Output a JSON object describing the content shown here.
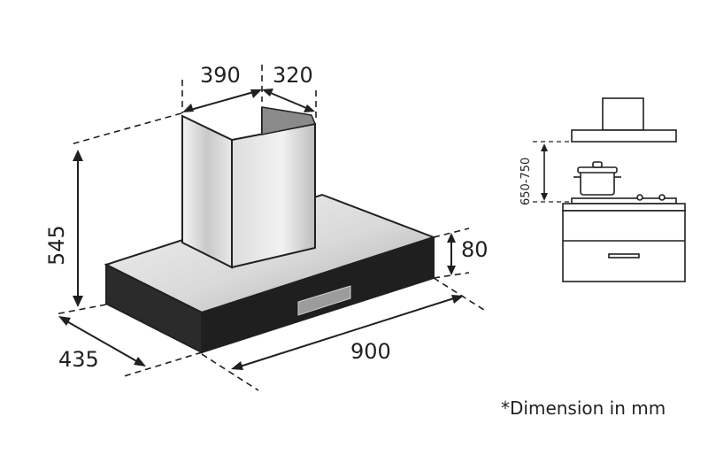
{
  "dimensions": {
    "chimney_width": "390",
    "chimney_depth": "320",
    "height": "545",
    "canopy_thickness": "80",
    "depth": "435",
    "width": "900",
    "mount_height": "650-750"
  },
  "note": "*Dimension in mm",
  "colors": {
    "line": "#231f20",
    "steel_light": "#e6e6e6",
    "steel_dark": "#9a9a9a",
    "front_panel": "#2b2b2b"
  }
}
